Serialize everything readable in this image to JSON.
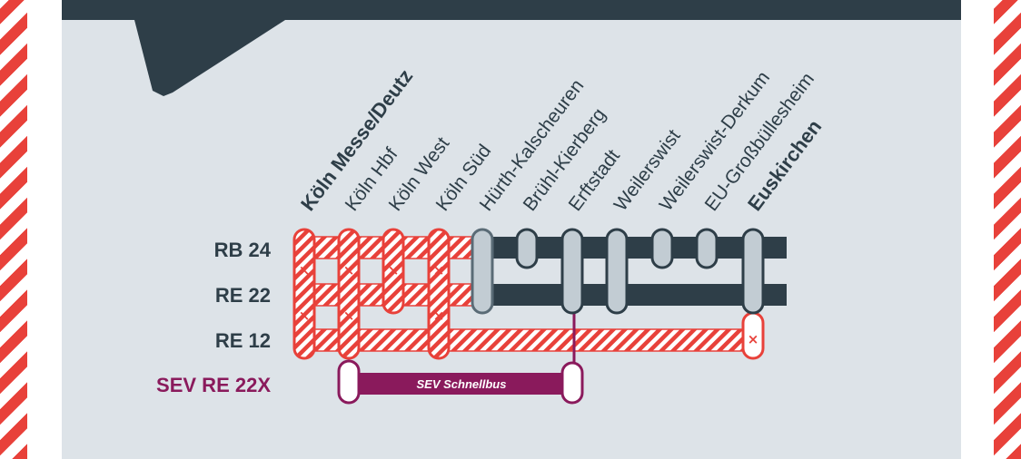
{
  "stations": [
    {
      "name": "Köln Messe/Deutz",
      "major": true
    },
    {
      "name": "Köln Hbf",
      "major": false
    },
    {
      "name": "Köln West",
      "major": false
    },
    {
      "name": "Köln Süd",
      "major": false
    },
    {
      "name": "Hürth-Kalscheuren",
      "major": false
    },
    {
      "name": "Brühl-Kierberg",
      "major": false
    },
    {
      "name": "Erftstadt",
      "major": false
    },
    {
      "name": "Weilerswist",
      "major": false
    },
    {
      "name": "Weilerswist-Derkum",
      "major": false
    },
    {
      "name": "EU-Großbüllesheim",
      "major": false
    },
    {
      "name": "Euskirchen",
      "major": true
    }
  ],
  "lines": [
    {
      "name": "RB 24",
      "color": "#2e3e48"
    },
    {
      "name": "RE 22",
      "color": "#2e3e48"
    },
    {
      "name": "RE 12",
      "color": "#2e3e48"
    },
    {
      "name": "SEV RE 22X",
      "color": "#8a1a5c"
    }
  ],
  "bus": {
    "label": "SEV Schnellbus",
    "color": "#8a1a5c"
  },
  "colors": {
    "track": "#2e3e48",
    "disrupted": "#e8413a",
    "panel": "#dde3e8",
    "sev": "#8a1a5c",
    "cancel_mark": "×"
  }
}
